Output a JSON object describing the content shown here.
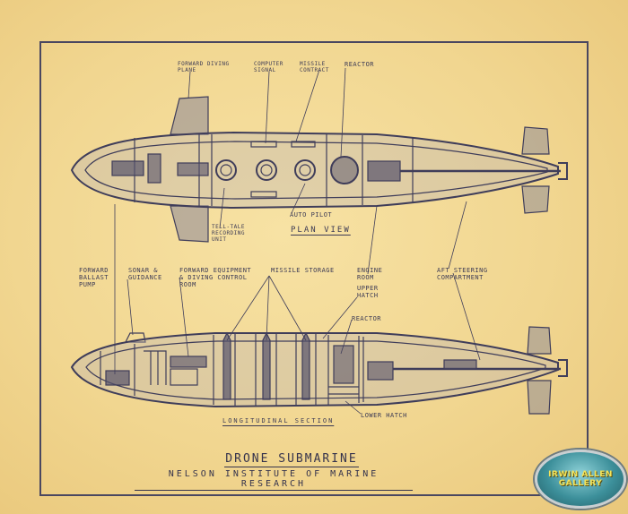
{
  "title": "DRONE SUBMARINE",
  "subtitle": "NELSON   INSTITUTE OF MARINE RESEARCH",
  "plan_view": {
    "caption": "PLAN VIEW",
    "labels": {
      "forward_diving_plane": "FORWARD DIVING\nPLANE",
      "computer": "COMPUTER\nSIGNAL",
      "missile_contract": "MISSILE\nCONTRACT",
      "reactor": "REACTOR",
      "auto_pilot": "AUTO PILOT",
      "telltale": "TELL-TALE\nRECORDING\nUNIT"
    }
  },
  "longitudinal_section": {
    "caption": "LONGITUDINAL SECTION",
    "labels": {
      "forward_ballast_pump": "FORWARD\nBALLAST\nPUMP",
      "sonar_guidance": "SONAR &\nGUIDANCE",
      "forward_equipment": "FORWARD EQUIPMENT\n& DIVING CONTROL\nROOM",
      "missile_storage": "MISSILE STORAGE",
      "engine_room": "ENGINE\nROOM",
      "upper_hatch": "UPPER\nHATCH",
      "reactor": "REACTOR",
      "aft_steering": "AFT STEERING\nCOMPARTMENT",
      "lower_hatch": "LOWER HATCH"
    }
  },
  "logo": {
    "line1": "IRWIN ALLEN",
    "line2": "GALLERY"
  }
}
